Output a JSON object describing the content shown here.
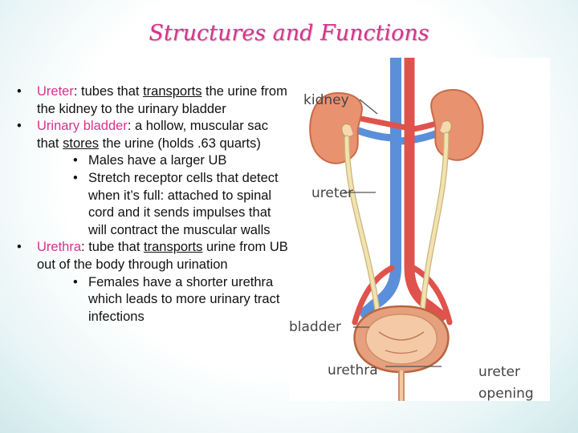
{
  "slide": {
    "title": "Structures and Functions",
    "bullets": [
      {
        "term": "Ureter",
        "sep": ": ",
        "pre": " tubes that ",
        "emph": "transports",
        "post": " the urine from the kidney to the urinary bladder",
        "subs": []
      },
      {
        "term": "Urinary bladder",
        "sep": ": ",
        "pre": " a hollow, muscular sac that ",
        "emph": "stores",
        "post": " the urine (holds .63 quarts)",
        "subs": [
          "Males have a larger UB",
          "Stretch receptor cells that detect when it’s full: attached to spinal cord and it sends impulses that will contract the muscular walls"
        ]
      },
      {
        "term": "Urethra",
        "sep": ": ",
        "pre": " tube that ",
        "emph": "transports",
        "post": " urine from UB  out of the body through urination",
        "subs": [
          "Females have a shorter urethra which leads to more urinary tract infections"
        ]
      }
    ]
  },
  "diagram": {
    "labels": {
      "kidney": "kidney",
      "ureter": "ureter",
      "bladder": "bladder",
      "urethra": "urethra",
      "ureter_opening_1": "ureter",
      "ureter_opening_2": "opening"
    }
  },
  "colors": {
    "title": "#d6338e",
    "term": "#d6338e",
    "kidney": "#e8926f",
    "vein": "#5b8fd9",
    "artery": "#e0524c",
    "ureter": "#f1e2b0"
  }
}
